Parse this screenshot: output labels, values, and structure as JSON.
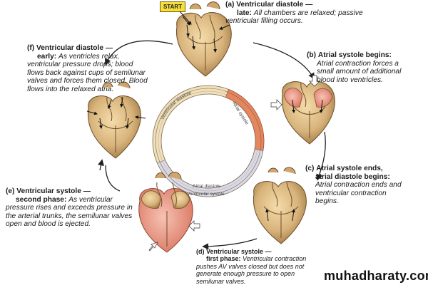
{
  "start_label": "START",
  "phases": {
    "a": {
      "label": "(a)",
      "heading1": "Ventricular diastole —",
      "heading2": "late:",
      "body": "All chambers are relaxed; passive ventricular filling occurs."
    },
    "b": {
      "label": "(b)",
      "heading1": "Atrial systole begins:",
      "body": "Atrial contraction forces a small amount of additional blood into ventricles."
    },
    "c": {
      "label": "(c)",
      "heading1": "Atrial systole ends,",
      "heading2": "atrial diastole begins:",
      "body": "Atrial contraction ends and ventricular contraction begins."
    },
    "d": {
      "label": "(d)",
      "heading1": "Ventricular systole —",
      "heading2": "first phase:",
      "body": "Ventricular contraction pushes AV valves closed but does not generate enough pressure to open semilunar valves."
    },
    "e": {
      "label": "(e)",
      "heading1": "Ventricular systole —",
      "heading2": "second phase:",
      "body": "As ventricular pressure rises and exceeds pressure in the arterial trunks, the semilunar valves open and blood is ejected."
    },
    "f": {
      "label": "(f)",
      "heading1": "Ventricular diastole —",
      "heading2": "early:",
      "body": "As ventricles relax, ventricular pressure drops; blood flows back against cups of semilunar valves and forces them closed. Blood flows into the relaxed atria."
    }
  },
  "ring": {
    "ventricular_diastole": "Ventricular diastole",
    "atrial_systole": "Atrial systole",
    "atrial_diastole": "Atrial diastole",
    "ventricular_systole": "Ventricular systole"
  },
  "watermark": "muhadharaty.com",
  "colors": {
    "heart_tan": "#d9b47c",
    "heart_dark": "#a07843",
    "contracting_pink": "#e98f7c",
    "ring_tan": "#efdfba",
    "ring_lavender": "#d9d9e8",
    "ring_orange": "#e8845d",
    "start_yellow": "#f6df3a"
  }
}
